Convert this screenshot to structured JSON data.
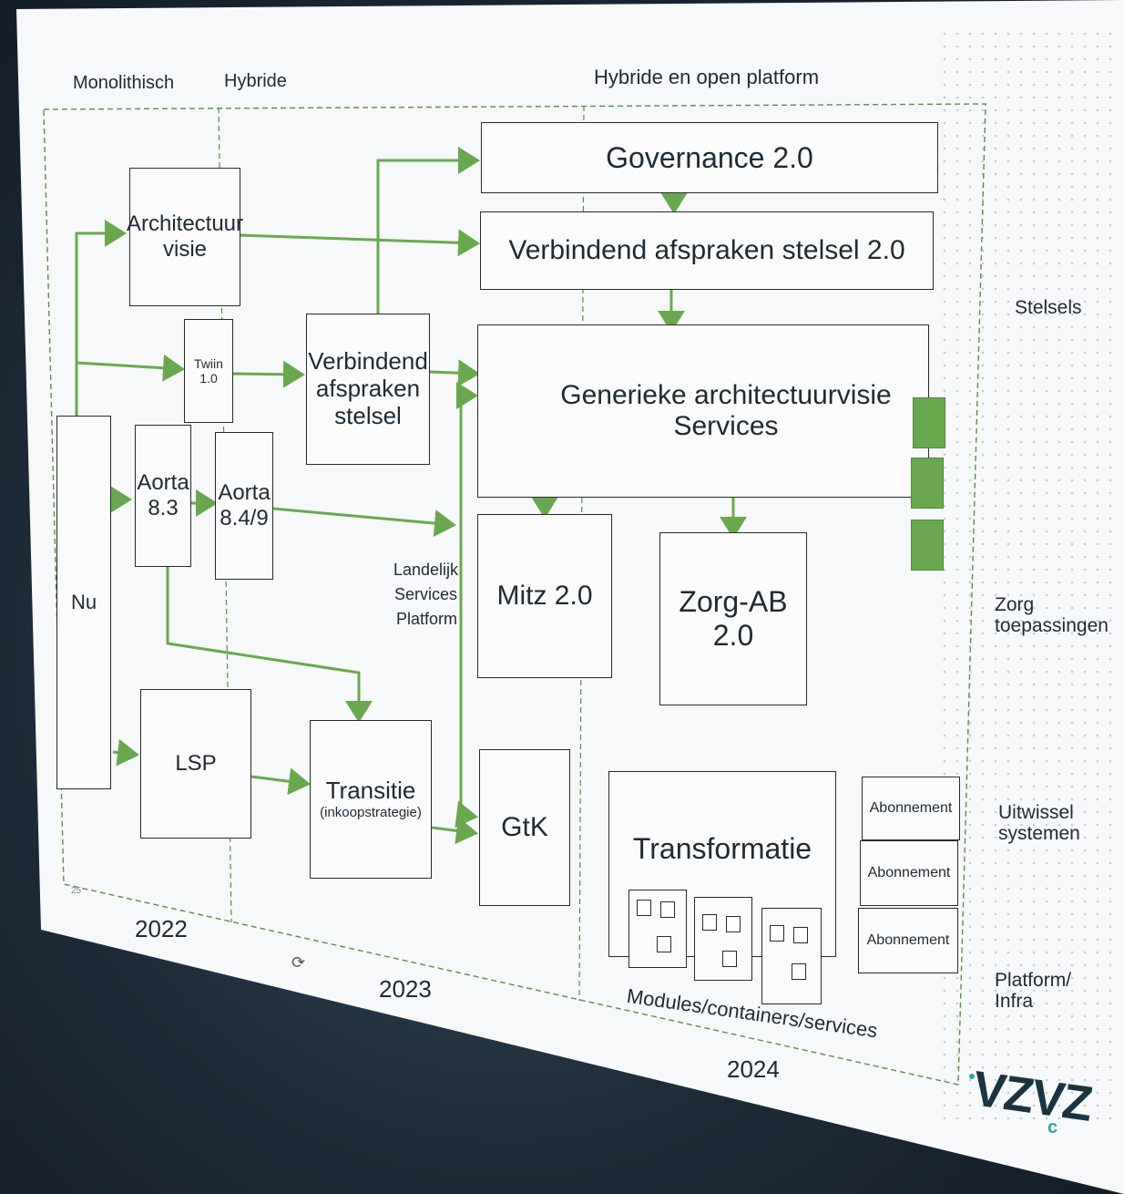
{
  "phases": {
    "monolithic": "Monolithisch",
    "hybrid": "Hybride",
    "open_platform": "Hybride en open platform"
  },
  "years": [
    "2022",
    "2023",
    "2024"
  ],
  "layers": {
    "stelsels": "Stelsels",
    "zorg": "Zorg toepassingen",
    "uitwissel": "Uitwissel systemen",
    "platform": "Platform/ Infra"
  },
  "boxes": {
    "governance": "Governance 2.0",
    "verbindend2": "Verbindend afspraken stelsel 2.0",
    "architectuur": "Architectuur visie",
    "twiin": "Twiin 1.0",
    "verbindend": "Verbindend afspraken stelsel",
    "generieke": "Generieke architectuurvisie Services",
    "nu": "Nu",
    "aorta83": "Aorta 8.3",
    "aorta849": "Aorta 8.4/9",
    "mitz": "Mitz 2.0",
    "zorgab": "Zorg-AB 2.0",
    "lsp": "LSP",
    "transitie": "Transitie",
    "transitie_sub": "(inkoopstrategie)",
    "gtk": "GtK",
    "transformatie": "Transformatie",
    "modules_label": "Modules/containers/services"
  },
  "landelijk": "Landelijk Services Platform",
  "abonnementen": [
    "Abonnement",
    "Abonnement",
    "Abonnement"
  ],
  "page_number": "25",
  "logo": "VZVZ",
  "logo_suffix": "c",
  "colors": {
    "arrow": "#6aa84f",
    "dashed": "#5e8f3e",
    "box_border": "#2a2a2a"
  }
}
